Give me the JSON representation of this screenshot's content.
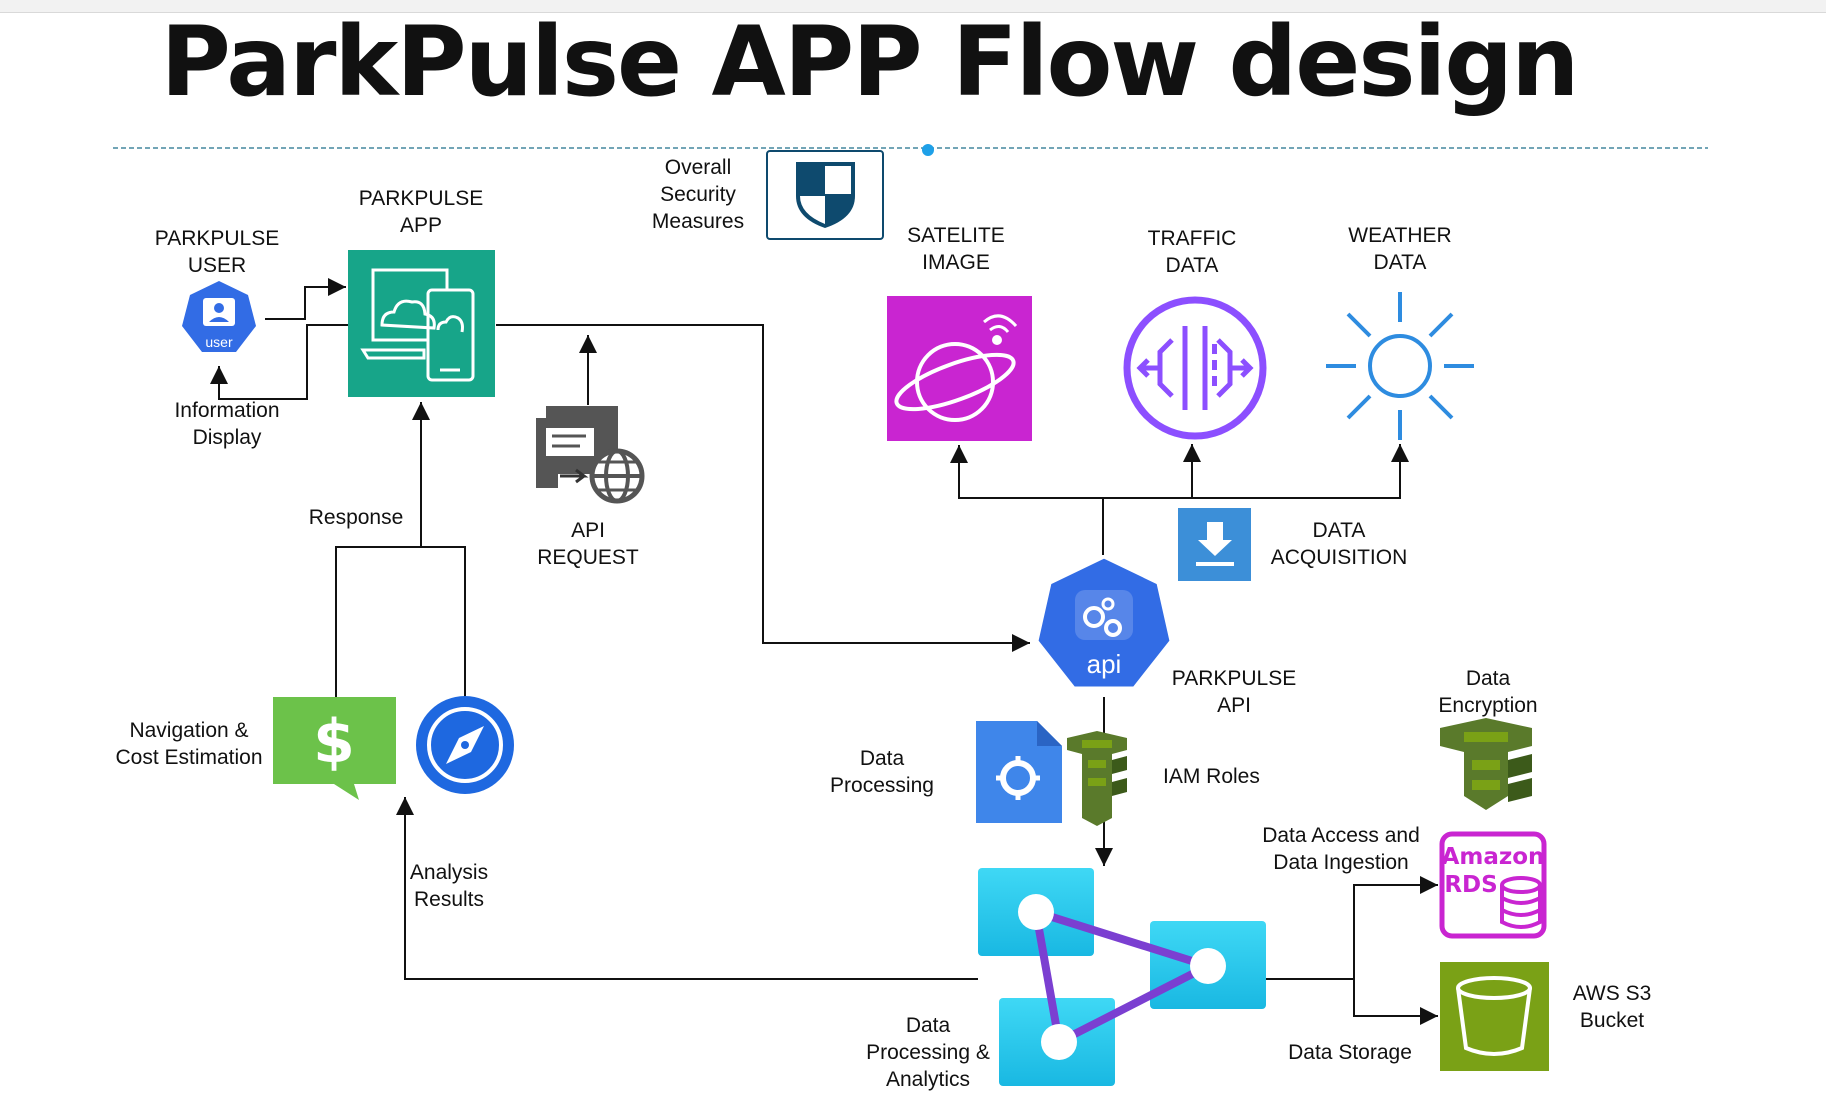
{
  "title": "ParkPulse APP Flow design",
  "nodes": {
    "user": {
      "label": "PARKPULSE\nUSER",
      "icon": "user-badge-icon",
      "badge_text": "user"
    },
    "app": {
      "label": "PARKPULSE\nAPP",
      "icon": "mobile-cloud-app-icon"
    },
    "security": {
      "label": "Overall\nSecurity\nMeasures",
      "icon": "security-shield-icon"
    },
    "satellite": {
      "label": "SATELITE\nIMAGE",
      "icon": "satellite-planet-icon"
    },
    "traffic": {
      "label": "TRAFFIC\nDATA",
      "icon": "traffic-flow-icon"
    },
    "weather": {
      "label": "WEATHER\nDATA",
      "icon": "sun-icon"
    },
    "api_request": {
      "label": "API\nREQUEST",
      "icon": "api-request-globe-icon"
    },
    "data_acquisition": {
      "label": "DATA\nACQUISITION",
      "icon": "download-icon"
    },
    "api": {
      "label": "PARKPULSE\nAPI",
      "icon": "api-heptagon-icon",
      "badge_text": "api"
    },
    "data_encryption": {
      "label": "Data\nEncryption",
      "icon": "aws-iam-icon"
    },
    "data_processing": {
      "label": "Data\nProcessing",
      "icon": "cloud-functions-icon"
    },
    "iam_roles": {
      "label": "IAM Roles",
      "icon": "aws-iam-icon"
    },
    "navigation": {
      "label": "Navigation &\nCost Estimation",
      "icon": "dollar-chat-icon"
    },
    "compass": {
      "label": "",
      "icon": "compass-icon"
    },
    "analytics": {
      "label": "Data\nProcessing &\nAnalytics",
      "icon": "analytics-triangle-icon"
    },
    "rds": {
      "label": "",
      "icon": "amazon-rds-icon",
      "logo_line1": "Amazon",
      "logo_line2": "RDS"
    },
    "s3": {
      "label": "AWS S3\nBucket",
      "icon": "s3-bucket-icon"
    }
  },
  "edge_labels": {
    "information_display": "Information\nDisplay",
    "response": "Response",
    "analysis_results": "Analysis\nResults",
    "data_access_ingestion": "Data Access and\nData Ingestion",
    "data_storage": "Data Storage"
  },
  "colors": {
    "app_green": "#17a589",
    "satellite_magenta": "#c925d1",
    "traffic_purple": "#8c4fff",
    "weather_blue": "#2e8ce0",
    "api_blue": "#326ce5",
    "download_blue": "#3c8fd8",
    "dollar_green": "#6cc24a",
    "aws_olive": "#5a7a2b",
    "analytics_cyan": "#33d0f0",
    "analytics_purple": "#7b3fd1",
    "rds_magenta": "#c925d1",
    "s3_green": "#7aa116",
    "shield_navy": "#0e4a6e"
  }
}
